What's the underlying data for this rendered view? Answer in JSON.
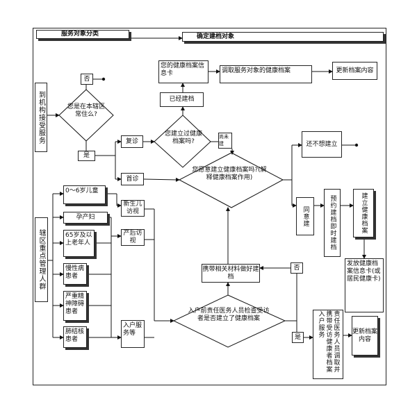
{
  "header": {
    "left": "服务对象分类",
    "right": "确定建档对象"
  },
  "left_top_box": "到机构接受服务",
  "left_bottom_box": "辖区重点管理人群",
  "q_local": "您是在本辖区常住么?",
  "no1": "否",
  "yes1": "是",
  "revisit": "复诊",
  "first_visit": "首诊",
  "already_built": "已经建档",
  "health_record_info": "您的健康档案信息卡",
  "retrieve_record": "调取服务对象的健康档案",
  "update_record_1": "更新档案内容",
  "q_has_record": "您建立过健康档案吗?",
  "not_built": "尚未建",
  "still_refuse": "还不想建立",
  "q_willing": "您愿意建立健康档案吗?(解释健康档案作用)",
  "agree": "同意建",
  "appointment": "预约建档即时建档",
  "create_record": "建立健康档案",
  "issue_card": "发放健康档案信息卡(或居民健康卡)",
  "bring_materials": "携带相关材料做好建档",
  "no2": "否",
  "yes2": "是",
  "groups": [
    "0～6岁儿童",
    "孕产妇",
    "65岁及以上老年人",
    "慢性病患者",
    "严重精神障碍患者",
    "肺结核患者"
  ],
  "newborn_visit": "新生儿访视",
  "postpartum_visit": "产后访视",
  "home_service": "入户服务等",
  "q_home_check": "入户前责任医务人员检查受访者是否建立了健康档案",
  "responsible_doctor": "责任医务人员调取并携带受访健康者档案入户服务",
  "update_record_2": "更新档案内容"
}
